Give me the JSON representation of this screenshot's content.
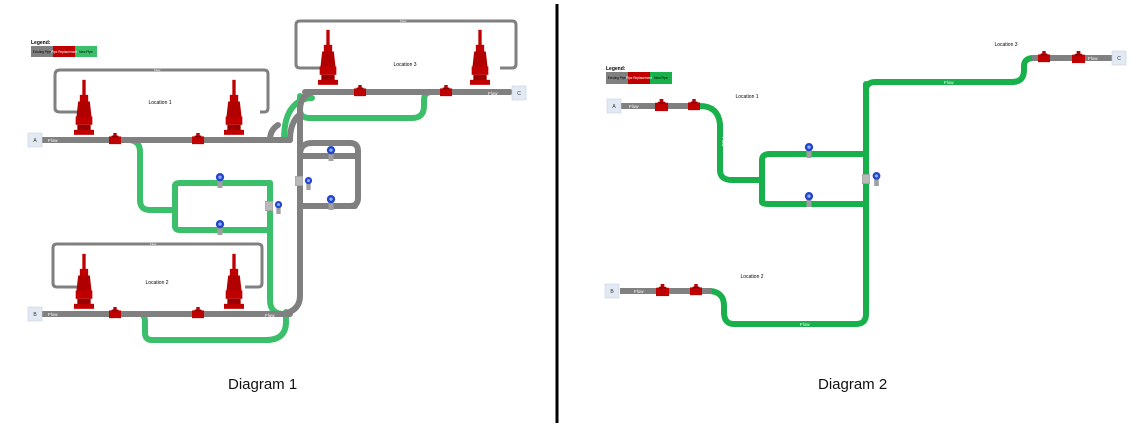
{
  "diagram1": {
    "caption": "Diagram 1",
    "legend": {
      "title": "Legend:",
      "items": [
        {
          "label": "Existing Pipe",
          "color": "#808080"
        },
        {
          "label": "Pipe Replacement",
          "color": "#c00000"
        },
        {
          "label": "New Pipe",
          "color": "#2eb65c"
        }
      ]
    },
    "locations": [
      "Location 1",
      "Location 2",
      "Location 3"
    ],
    "endpoints": [
      "A",
      "B",
      "C"
    ],
    "flow_label": "Flow"
  },
  "diagram2": {
    "caption": "Diagram 2",
    "legend": {
      "title": "Legend:",
      "items": [
        {
          "label": "Existing Pipe",
          "color": "#808080"
        },
        {
          "label": "Pipe Replacement",
          "color": "#c00000"
        },
        {
          "label": "New Pipe",
          "color": "#1db14a"
        }
      ]
    },
    "locations": [
      "Location 1",
      "Location 2",
      "Location 3"
    ],
    "endpoints": [
      "A",
      "B",
      "C"
    ],
    "flow_label": "Flow"
  },
  "colors": {
    "existing": "#808080",
    "replacement": "#c00000",
    "new_pipe_1": "#3cbf6a",
    "new_pipe_2": "#17b04a",
    "valve_blue": "#2446c8",
    "divider": "#000000"
  }
}
